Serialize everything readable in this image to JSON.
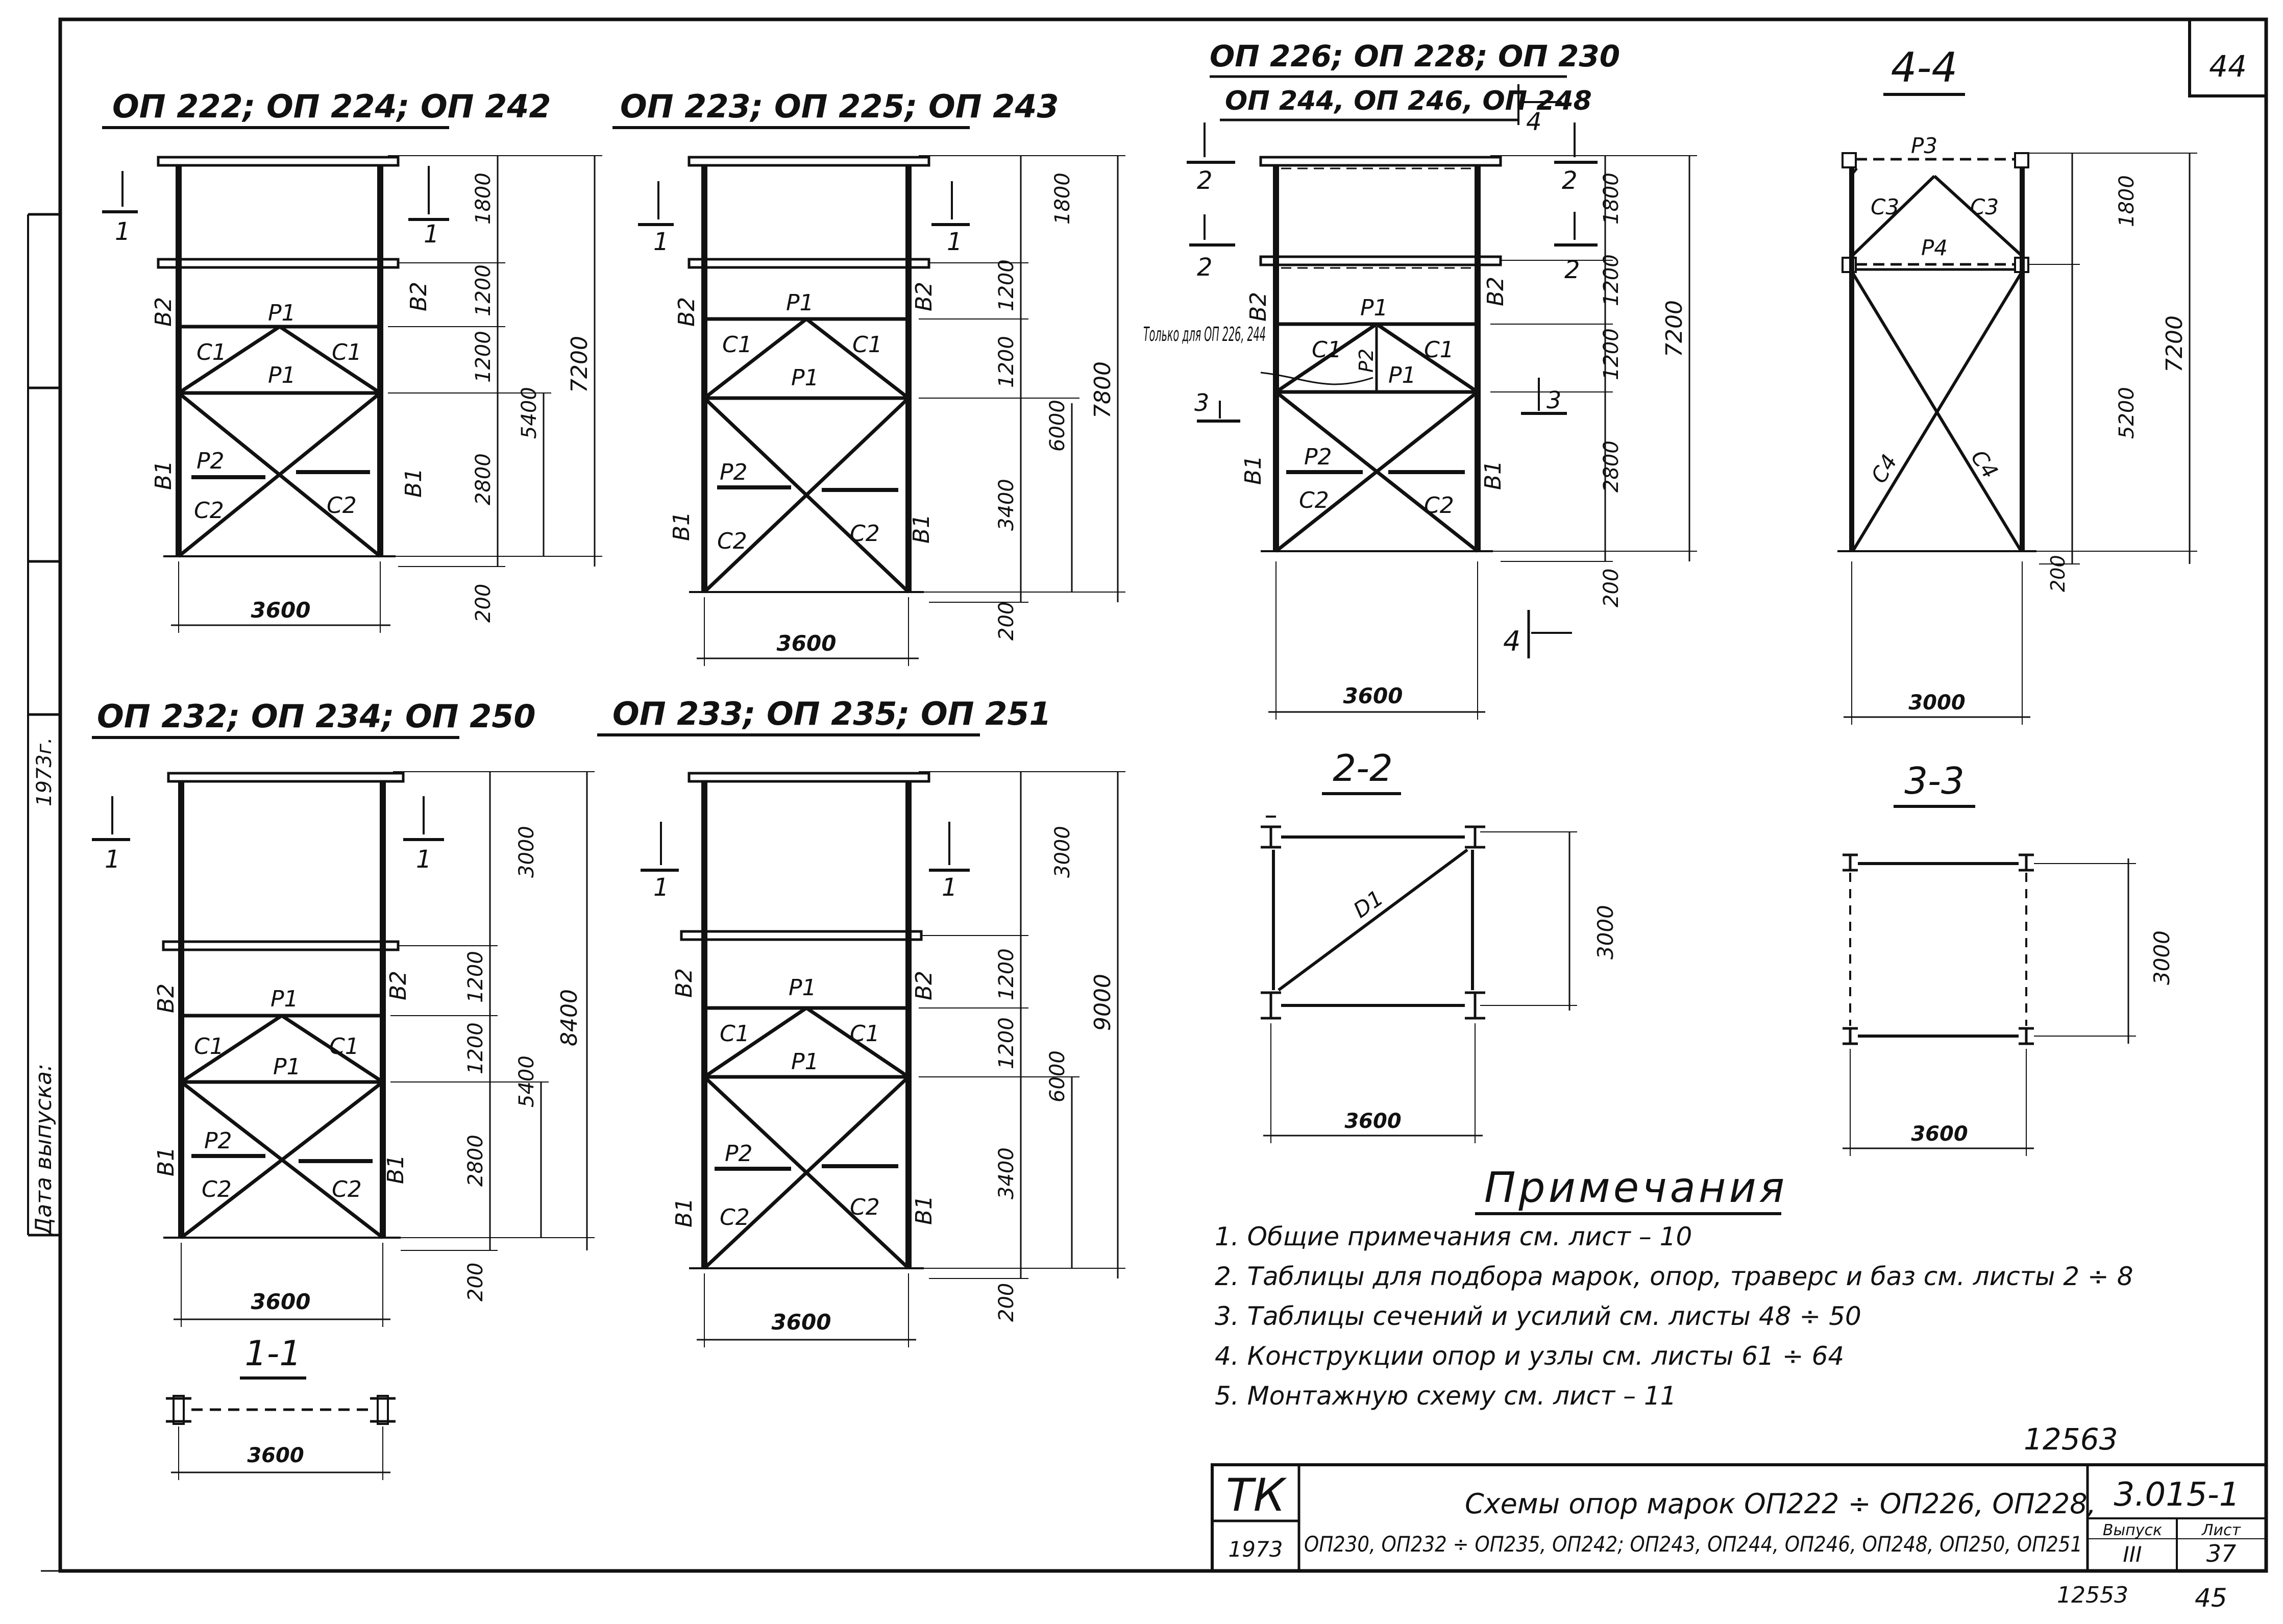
{
  "sheet_number_top": "44",
  "stamp_number": "12563",
  "footer_number": "12553",
  "footer_page": "45",
  "margin_label": "Дата выпуска:",
  "margin_year": "1973г.",
  "panels": {
    "p1": {
      "title": "ОП 222; ОП 224; ОП 242",
      "dims_right": [
        "1800",
        "1200",
        "1200",
        "2800",
        "200"
      ],
      "dim_total_outer": "7200",
      "dim_total_inner": "5400",
      "width": "3600",
      "labels": [
        "В2",
        "В1",
        "В2",
        "В1",
        "Р1",
        "Р1",
        "С1",
        "С1",
        "Р2",
        "С2",
        "С2"
      ],
      "section": "1"
    },
    "p2": {
      "title": "ОП 223; ОП 225; ОП 243",
      "dims_right": [
        "1800",
        "1200",
        "1200",
        "3400",
        "200"
      ],
      "dim_total_outer": "7800",
      "dim_total_inner": "6000",
      "width": "3600",
      "labels": [
        "В2",
        "В1",
        "В2",
        "В1",
        "Р1",
        "Р1",
        "С1",
        "С1",
        "Р2",
        "С2",
        "С2"
      ],
      "section": "1"
    },
    "p3": {
      "title_line1": "ОП 226; ОП 228; ОП 230",
      "title_line2": "ОП 244, ОП 246, ОП 248",
      "title_section": "4",
      "dims_right": [
        "1800",
        "1200",
        "1200",
        "2800",
        "200"
      ],
      "dim_total": "7200",
      "width": "3600",
      "only_for": "Только для ОП 226, 244",
      "labels": [
        "В2",
        "В1",
        "В2",
        "В1",
        "Р1",
        "Р2",
        "Р1",
        "С1",
        "С1",
        "Р2",
        "С2",
        "С2"
      ],
      "sections": [
        "2",
        "2",
        "3",
        "4"
      ]
    },
    "p4": {
      "title": "4-4",
      "dims_right": [
        "1800",
        "5200",
        "200"
      ],
      "dim_total": "7200",
      "width": "3000",
      "labels": [
        "Р3",
        "С3",
        "С3",
        "Р4",
        "С4",
        "С4"
      ]
    },
    "p5": {
      "title": "ОП 232; ОП 234; ОП 250",
      "dims_right": [
        "3000",
        "1200",
        "1200",
        "2800",
        "200"
      ],
      "dim_total_outer": "8400",
      "dim_total_inner": "5400",
      "width": "3600",
      "labels": [
        "В2",
        "В1",
        "В2",
        "В1",
        "Р1",
        "Р1",
        "С1",
        "С1",
        "Р2",
        "С2",
        "С2"
      ],
      "section": "1"
    },
    "p6": {
      "title": "ОП 233; ОП 235; ОП 251",
      "dims_right": [
        "3000",
        "1200",
        "1200",
        "3400",
        "200"
      ],
      "dim_total_outer": "9000",
      "dim_total_inner": "6000",
      "width": "3600",
      "labels": [
        "В2",
        "В1",
        "В2",
        "В1",
        "Р1",
        "Р1",
        "С1",
        "С1",
        "Р2",
        "С2",
        "С2"
      ],
      "section": "1"
    },
    "s22": {
      "title": "2-2",
      "dim_v": "3000",
      "dim_h": "3600",
      "label": "D1"
    },
    "s33": {
      "title": "3-3",
      "dim_v": "3000",
      "dim_h": "3600"
    },
    "s11": {
      "title": "1-1",
      "dim_h": "3600"
    }
  },
  "notes": {
    "title": "Примечания",
    "items": [
      "1. Общие примечания см. лист – 10",
      "2. Таблицы для подбора марок, опор, траверс и баз см. листы 2 ÷ 8",
      "3. Таблицы сечений и усилий см. листы 48 ÷ 50",
      "4. Конструкции опор и узлы см. листы 61 ÷ 64",
      "5. Монтажную схему см. лист – 11"
    ]
  },
  "title_block": {
    "logo": "ТК",
    "year": "1973",
    "title_line1": "Схемы опор марок ОП222 ÷ ОП226, ОП228,",
    "title_line2": "ОП230, ОП232 ÷ ОП235, ОП242; ОП243, ОП244, ОП246, ОП248, ОП250, ОП251",
    "doc_number": "3.015-1",
    "issue_label": "Выпуск",
    "issue_value": "III",
    "sheet_label": "Лист",
    "sheet_value": "37"
  }
}
